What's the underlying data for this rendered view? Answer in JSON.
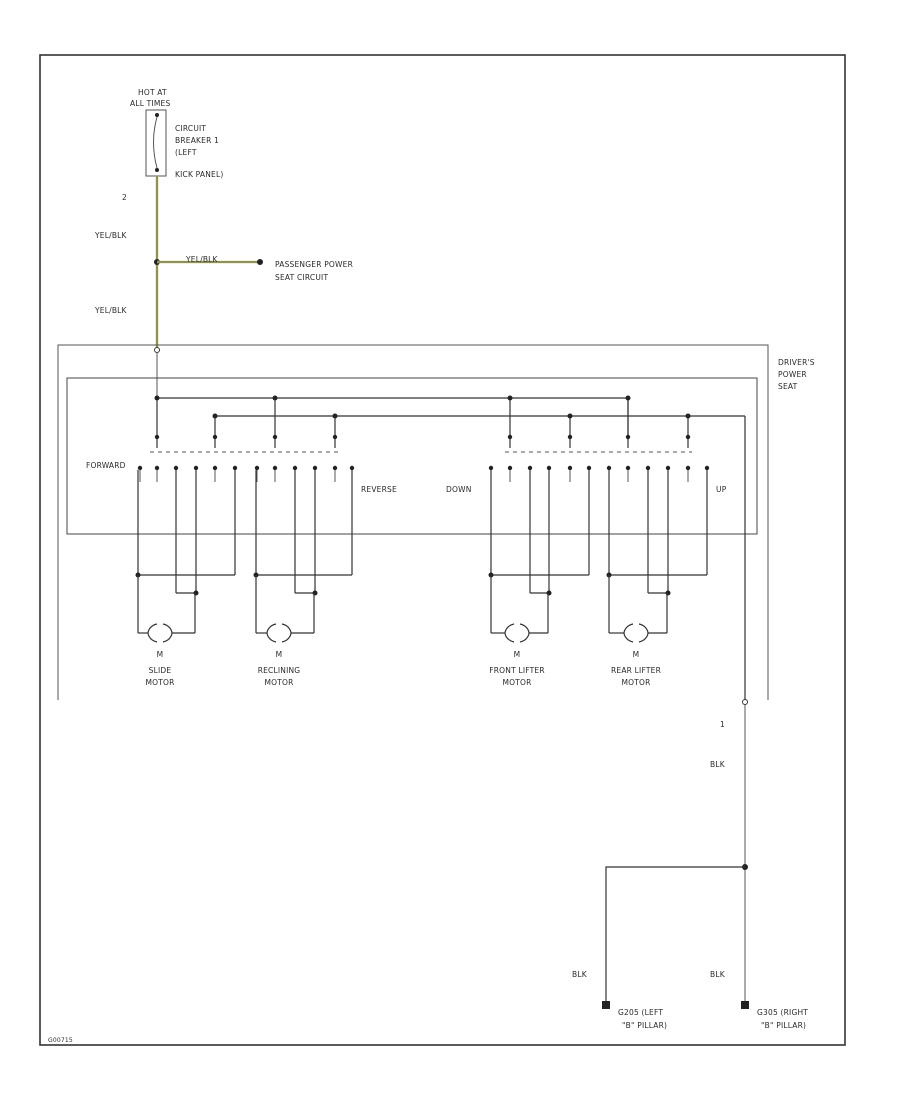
{
  "power_source": {
    "hot_label": "HOT AT",
    "hot_label_2": "ALL TIMES",
    "breaker_lines": [
      "CIRCUIT",
      "BREAKER 1",
      "(LEFT",
      "KICK PANEL)"
    ],
    "wire_number": "2"
  },
  "wires": {
    "feed_upper": "YEL/BLK",
    "feed_lower": "YEL/BLK",
    "branch": "YEL/BLK",
    "ground_main": "BLK",
    "ground_left": "BLK",
    "ground_right": "BLK"
  },
  "passenger_circuit": {
    "line1": "PASSENGER POWER",
    "line2": "SEAT CIRCUIT"
  },
  "seat_unit": {
    "lines": [
      "DRIVER'S",
      "POWER",
      "SEAT"
    ]
  },
  "switch_labels": {
    "forward": "FORWARD",
    "reverse": "REVERSE",
    "down": "DOWN",
    "up": "UP"
  },
  "motors": [
    {
      "symbol": "M",
      "line1": "SLIDE",
      "line2": "MOTOR"
    },
    {
      "symbol": "M",
      "line1": "RECLINING",
      "line2": "MOTOR"
    },
    {
      "symbol": "M",
      "line1": "FRONT LIFTER",
      "line2": "MOTOR"
    },
    {
      "symbol": "M",
      "line1": "REAR LIFTER",
      "line2": "MOTOR"
    }
  ],
  "ground_pin": "1",
  "grounds": [
    {
      "line1": "G205 (LEFT",
      "line2": "\"B\" PILLAR)"
    },
    {
      "line1": "G305 (RIGHT",
      "line2": "\"B\" PILLAR)"
    }
  ],
  "figure_id": "G00715"
}
